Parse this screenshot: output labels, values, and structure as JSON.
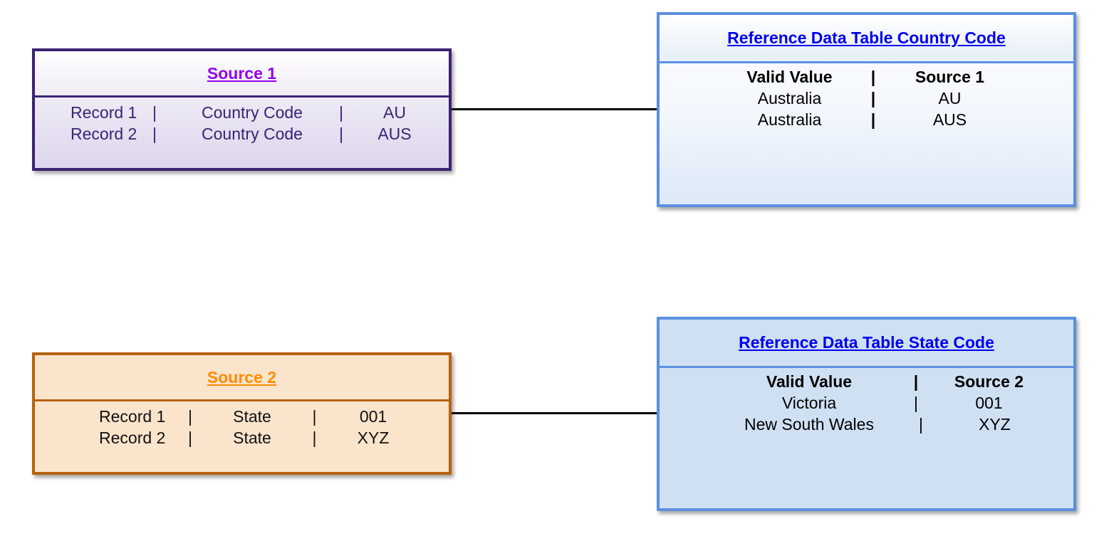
{
  "source1": {
    "title": "Source 1",
    "rows": [
      {
        "record": "Record 1",
        "sep1": "|",
        "field": "Country Code",
        "sep2": "|",
        "value": "AU"
      },
      {
        "record": "Record 2",
        "sep1": "|",
        "field": "Country Code",
        "sep2": "|",
        "value": "AUS"
      }
    ]
  },
  "source2": {
    "title": "Source 2",
    "rows": [
      {
        "record": "Record 1",
        "sep1": "|",
        "field": "State",
        "sep2": "|",
        "value": "001"
      },
      {
        "record": "Record 2",
        "sep1": "|",
        "field": "State",
        "sep2": "|",
        "value": "XYZ"
      }
    ]
  },
  "ref_country": {
    "title": "Reference Data Table Country Code",
    "header": {
      "col1": "Valid Value",
      "sep": "|",
      "col2": "Source 1"
    },
    "rows": [
      {
        "valid": "Australia",
        "sep": "|",
        "source": "AU"
      },
      {
        "valid": "Australia",
        "sep": "|",
        "source": "AUS"
      }
    ]
  },
  "ref_state": {
    "title": "Reference Data Table State Code",
    "header": {
      "col1": "Valid Value",
      "sep": "|",
      "col2": "Source 2"
    },
    "rows": [
      {
        "valid": "Victoria",
        "sep": "|",
        "source": "001"
      },
      {
        "valid": "New South Wales",
        "sep": "|",
        "source": "XYZ"
      }
    ]
  },
  "colors": {
    "source1_border": "#3b2272",
    "source1_title": "#9400f0",
    "source2_border": "#b7620f",
    "source2_title": "#ff8c00",
    "ref_border": "#5b8fe0",
    "link_blue": "#0000ee"
  }
}
